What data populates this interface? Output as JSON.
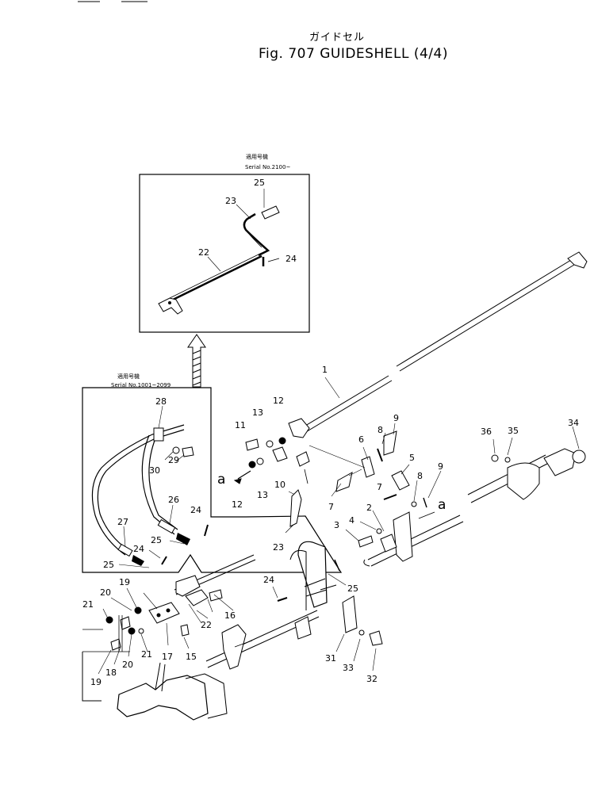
{
  "header": {
    "title_jp": "ガイドセル",
    "title": "Fig. 707 GUIDESHELL (4/4)"
  },
  "inset_upper": {
    "label_jp": "適用号機",
    "serial": "Serial No.2100~"
  },
  "inset_left": {
    "label_jp": "適用号機",
    "serial": "Serial No.1001~2099"
  },
  "letters": [
    "a",
    "a"
  ],
  "callouts": {
    "c1": "1",
    "c2": "2",
    "c3": "3",
    "c4": "4",
    "c5": "5",
    "c6": "6",
    "c7a": "7",
    "c7b": "7",
    "c8a": "8",
    "c8b": "8",
    "c9a": "9",
    "c9b": "9",
    "c10": "10",
    "c11": "11",
    "c12a": "12",
    "c12b": "12",
    "c13a": "13",
    "c13b": "13",
    "c15": "15",
    "c16": "16",
    "c17": "17",
    "c18": "18",
    "c19a": "19",
    "c19b": "19",
    "c20a": "20",
    "c20b": "20",
    "c21a": "21",
    "c21b": "21",
    "c22a": "22",
    "c22b": "22",
    "c23a": "23",
    "c23b": "23",
    "c24a": "24",
    "c24b": "24",
    "c24c": "24",
    "c24d": "24",
    "c25a": "25",
    "c25b": "25",
    "c25c": "25",
    "c25d": "25",
    "c26": "26",
    "c27": "27",
    "c28": "28",
    "c29": "29",
    "c30": "30",
    "c31": "31",
    "c32": "32",
    "c33": "33",
    "c34": "34",
    "c35": "35",
    "c36": "36"
  }
}
